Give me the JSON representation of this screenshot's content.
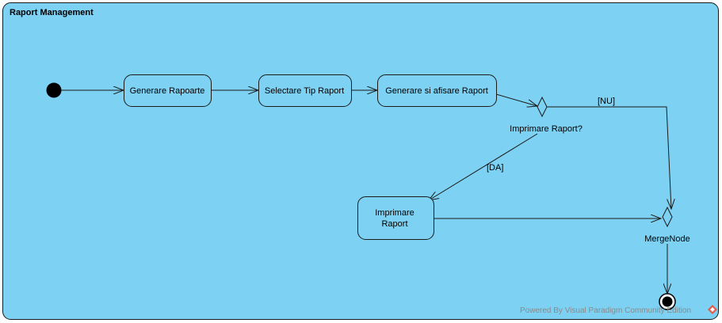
{
  "diagram": {
    "title": "Raport Management",
    "colors": {
      "fill": "#7dd1f3",
      "stroke": "#1a1a1a"
    },
    "nodes": {
      "generare_rapoarte": "Generare Rapoarte",
      "selectare_tip": "Selectare Tip Raport",
      "generare_afisare": "Generare si afisare Raport",
      "imprimare_raport_line1": "Imprimare",
      "imprimare_raport_line2": "Raport",
      "decision": "Imprimare Raport?",
      "merge": "MergeNode"
    },
    "guards": {
      "nu": "[NU]",
      "da": "[DA]"
    },
    "watermark": "Powered By Visual Paradigm Community Edition"
  }
}
